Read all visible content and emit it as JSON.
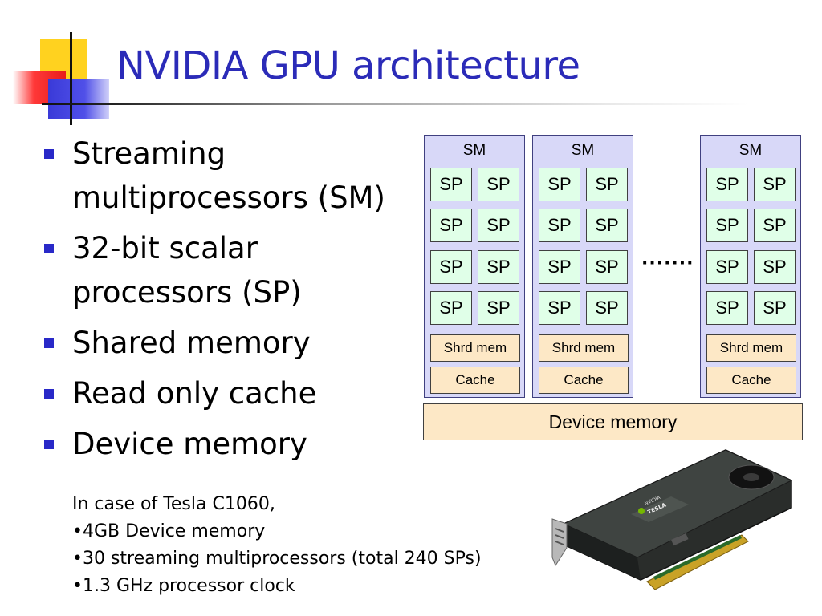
{
  "slide": {
    "title": "NVIDIA GPU architecture",
    "bullets": [
      "Streaming\nmultiprocessors (SM)",
      "32-bit scalar\nprocessors (SP)",
      "Shared memory",
      "Read only cache",
      "Device memory"
    ],
    "notes": [
      "In case of Tesla C1060,",
      "•4GB Device memory",
      "•30 streaming multiprocessors (total 240 SPs)",
      "•1.3 GHz processor clock"
    ]
  },
  "diagram": {
    "sm_label": "SM",
    "sp_label": "SP",
    "shared_mem_label": "Shrd mem",
    "cache_label": "Cache",
    "device_memory_label": "Device memory",
    "ellipsis": "·······",
    "colors": {
      "sm_fill": "#d8d8f8",
      "sp_fill": "#e0ffe8",
      "memory_fill": "#fde8c6",
      "title_color": "#2b2bb8",
      "bullet_color": "#2929c8"
    }
  },
  "image": {
    "card_brand": "NVIDIA",
    "card_model": "TESLA"
  }
}
